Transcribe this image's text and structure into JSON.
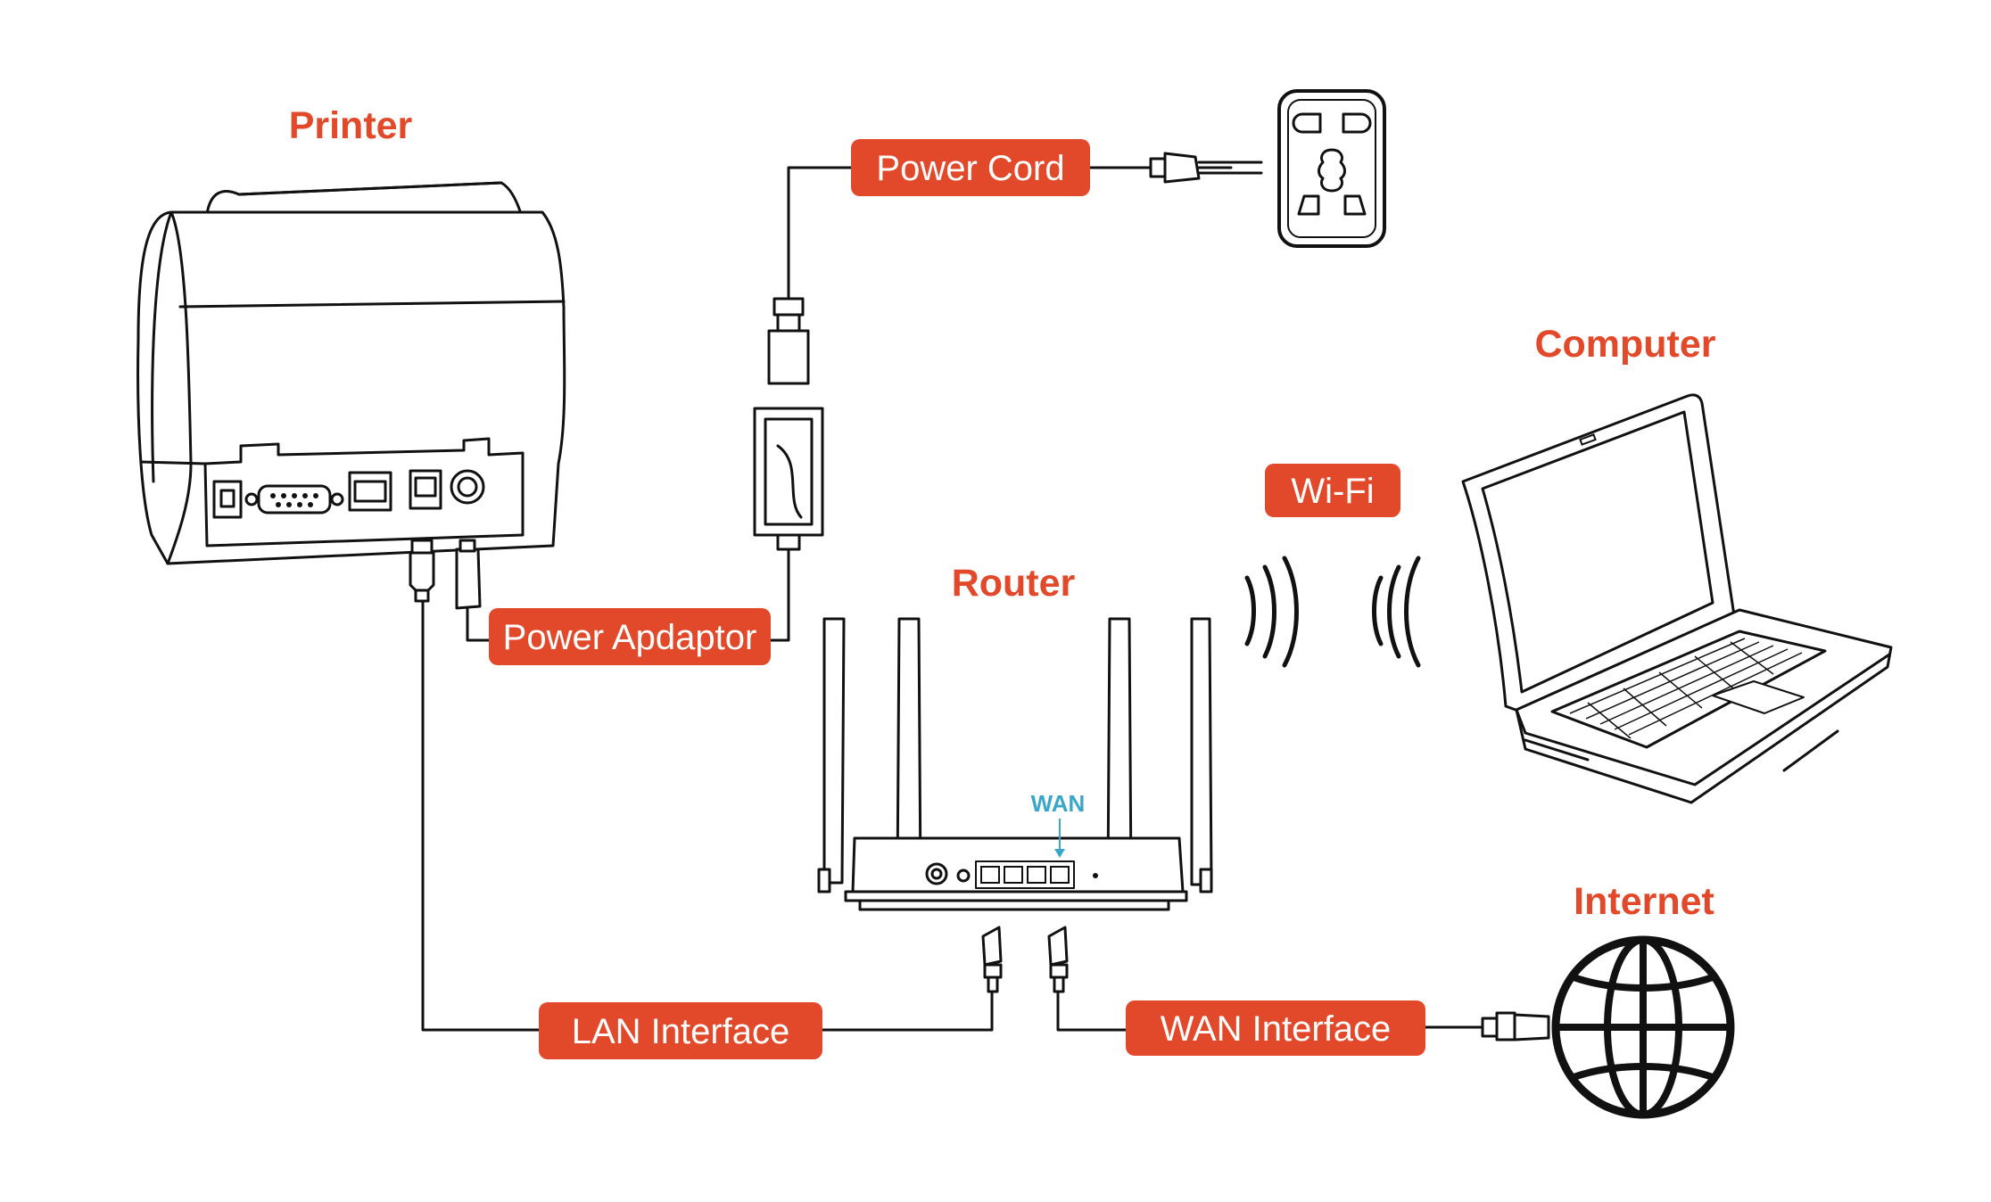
{
  "colors": {
    "accent": "#e2492a",
    "wan": "#3aa6c9",
    "line": "#111111",
    "label_text": "#ffffff"
  },
  "titles": {
    "printer": "Printer",
    "computer": "Computer",
    "router": "Router",
    "internet": "Internet"
  },
  "labels": {
    "power_cord": "Power Cord",
    "wifi": "Wi-Fi",
    "power_adaptor": "Power Apdaptor",
    "lan_interface": "LAN Interface",
    "wan_interface": "WAN Interface"
  },
  "router_port_label": "WAN",
  "icons": [
    "printer-icon",
    "outlet-icon",
    "plug-icon",
    "adapter-icon",
    "router-icon",
    "laptop-icon",
    "wifi-waves-icon",
    "globe-icon",
    "rj45-connector-icon"
  ]
}
